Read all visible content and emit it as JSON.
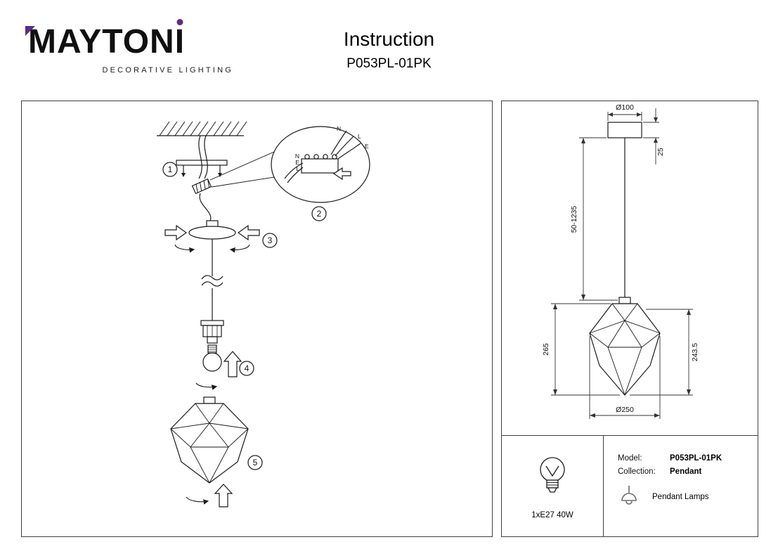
{
  "header": {
    "logo_text_main": "MAYTON",
    "logo_text_i": "I",
    "logo_subtitle": "DECORATIVE LIGHTING",
    "title": "Instruction",
    "model_code": "P053PL-01PK"
  },
  "colors": {
    "accent_purple": "#5E2B86",
    "line": "#1A1A1A"
  },
  "assembly": {
    "step_labels": {
      "s1": "1",
      "s2": "2",
      "s3": "3",
      "s4": "4",
      "s5": "5"
    },
    "wiring_labels": {
      "n_top": "N",
      "l_top": "L",
      "e_top": "E",
      "n_left": "N",
      "e_left": "E",
      "l_left": "L"
    }
  },
  "dimensions": {
    "canopy_diameter": "Ø100",
    "canopy_height": "25",
    "suspension_range": "50-1235",
    "shade_height": "265",
    "shade_body_height": "243.5",
    "shade_diameter": "Ø250"
  },
  "specs": {
    "lamp": "1xE27 40W",
    "model_label": "Model:",
    "model_value": "P053PL-01PK",
    "collection_label": "Collection:",
    "collection_value": "Pendant",
    "category_label": "Pendant Lamps"
  }
}
